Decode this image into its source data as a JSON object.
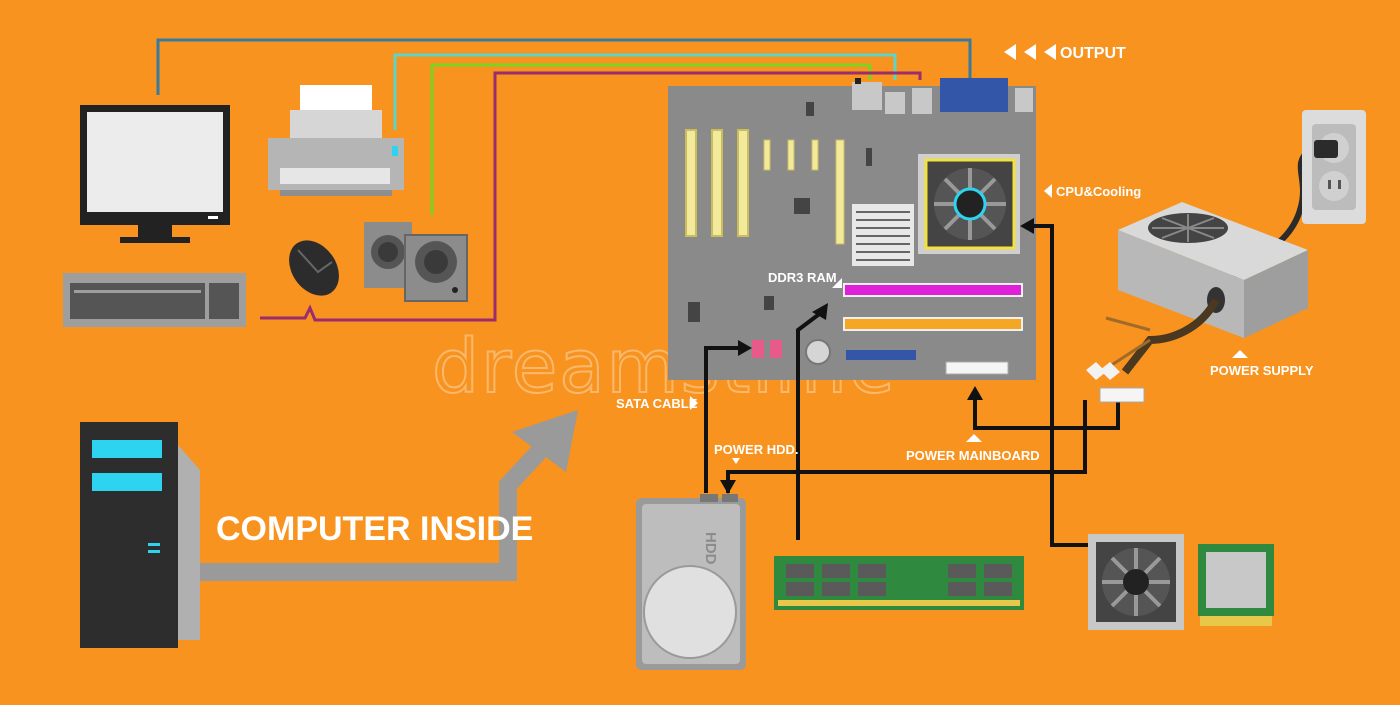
{
  "labels": {
    "output": "OUTPUT",
    "cpu_cooling": "CPU&Cooling",
    "ddr3_ram": "DDR3 RAM",
    "power_supply": "POWER SUPPLY",
    "sata_cable": "SATA CABLE",
    "power_hdd": "POWER HDD.",
    "power_mainboard": "POWER MAINBOARD",
    "computer_inside": "COMPUTER INSIDE",
    "hdd": "HDD"
  },
  "watermark": "dreamstime",
  "colors": {
    "background": "#f7931e",
    "cable_monitor": "#3a7aa0",
    "cable_printer": "#5fd3c8",
    "cable_speaker": "#7ed321",
    "cable_mouse": "#9b2c6e",
    "board": "#8a8a8a",
    "ram_slot_1": "#e020d8",
    "ram_slot_2": "#f5a623",
    "pci_slot": "#f2e99a",
    "accent_cyan": "#2ed3f0"
  }
}
